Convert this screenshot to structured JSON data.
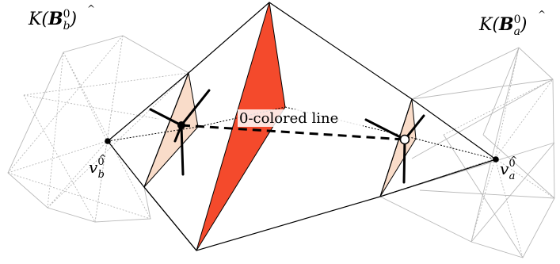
{
  "labels": {
    "complex_b": {
      "prefix": "K(",
      "symbol": "B",
      "sub": "b",
      "sup": "0",
      "suffix": ")"
    },
    "complex_a": {
      "prefix": "K(",
      "symbol": "B",
      "sub": "a",
      "sup": "0",
      "suffix": ")"
    },
    "vertex_b": {
      "symbol": "v",
      "sub": "b",
      "sup": "0"
    },
    "vertex_a": {
      "symbol": "v",
      "sub": "a",
      "sup": "0"
    },
    "zero_line": "0-colored line"
  },
  "colors": {
    "central_triangle": "#f44a2c",
    "side_triangle": "#f9dcc9",
    "gray_mesh": "#b9b9b9",
    "ink": "#000000"
  }
}
